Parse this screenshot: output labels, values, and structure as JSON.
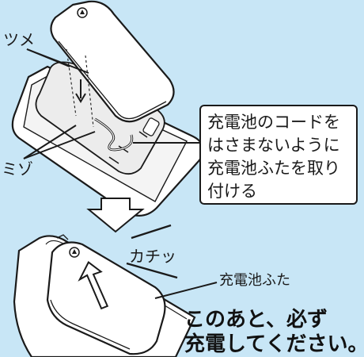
{
  "labels": {
    "claw": "ツメ",
    "groove": "ミゾ",
    "click_sound": "カチッ",
    "battery_lid": "充電池ふた"
  },
  "callout": {
    "lines": [
      "充電池のコードを",
      "はさまないように",
      "充電池ふたを取り",
      "付ける"
    ]
  },
  "note": {
    "lines": [
      "このあと、必ず",
      "充電してください。"
    ]
  },
  "colors": {
    "background": "#c8e6f6",
    "device_body": "#ffffff",
    "outline": "#1a1a1a"
  },
  "icons": {
    "down_arrow": "down-arrow-icon",
    "lid_up_arrow": "up-arrow-icon"
  }
}
